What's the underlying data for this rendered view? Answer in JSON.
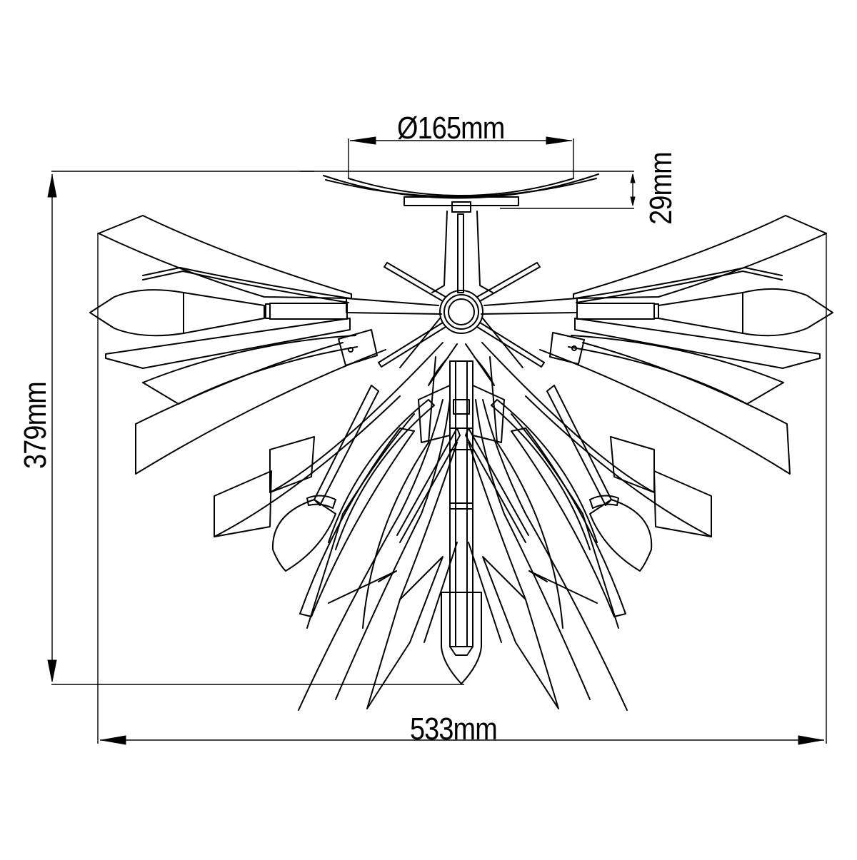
{
  "drawing": {
    "subject": "Semi-flush ceiling light fixture with bulb arms and petal shades",
    "colors": {
      "line": "#000000",
      "background": "#ffffff"
    }
  },
  "dimensions": {
    "canopy_diameter": {
      "label": "Ø165mm",
      "orientation": "horizontal",
      "position": "top"
    },
    "canopy_height": {
      "label": "29mm",
      "orientation": "vertical",
      "position": "right-of-canopy"
    },
    "overall_height": {
      "label": "379mm",
      "orientation": "vertical",
      "position": "left"
    },
    "overall_width": {
      "label": "533mm",
      "orientation": "horizontal",
      "position": "bottom"
    }
  },
  "components": {
    "canopy": "canopy-plate",
    "stem": "center-stem",
    "hub": "center-hub",
    "arms": [
      "left-arm",
      "right-arm"
    ],
    "bulbs": [
      "left-bulb",
      "right-bulb",
      "lower-left-bulb",
      "lower-right-bulb",
      "center-bulb"
    ],
    "spokes": 6
  }
}
